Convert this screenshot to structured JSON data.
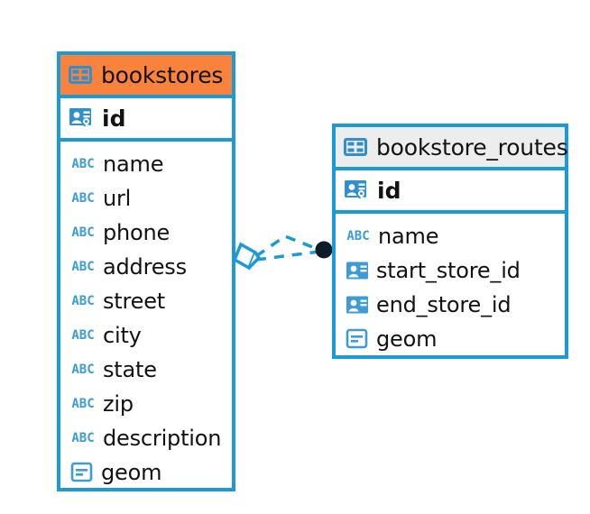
{
  "diagram": {
    "type": "entity-relationship-diagram",
    "background_color": "#ffffff",
    "accent_color": "#1b9ad6",
    "highlight_color": "#f9823c",
    "tables": [
      {
        "name": "bookstores",
        "header_color": "#f9823c",
        "table_icon": "table-icon",
        "primary_key": {
          "name": "id",
          "icon": "primary-key-icon"
        },
        "fields": [
          {
            "name": "name",
            "icon": "text-type-icon"
          },
          {
            "name": "url",
            "icon": "text-type-icon"
          },
          {
            "name": "phone",
            "icon": "text-type-icon"
          },
          {
            "name": "address",
            "icon": "text-type-icon"
          },
          {
            "name": "street",
            "icon": "text-type-icon"
          },
          {
            "name": "city",
            "icon": "text-type-icon"
          },
          {
            "name": "state",
            "icon": "text-type-icon"
          },
          {
            "name": "zip",
            "icon": "text-type-icon"
          },
          {
            "name": "description",
            "icon": "text-type-icon"
          },
          {
            "name": "geom",
            "icon": "geometry-type-icon"
          }
        ]
      },
      {
        "name": "bookstore_routes",
        "header_color": "#ededed",
        "table_icon": "table-icon",
        "primary_key": {
          "name": "id",
          "icon": "primary-key-icon"
        },
        "fields": [
          {
            "name": "name",
            "icon": "text-type-icon"
          },
          {
            "name": "start_store_id",
            "icon": "foreign-key-icon"
          },
          {
            "name": "end_store_id",
            "icon": "foreign-key-icon"
          },
          {
            "name": "geom",
            "icon": "geometry-type-icon"
          }
        ]
      }
    ],
    "relationship": {
      "from_table": "bookstores",
      "to_table": "bookstore_routes",
      "line_style": "dashed",
      "line_color": "#1b9ad6",
      "source_endpoint": "crows-foot-diamond",
      "target_endpoint": "filled-dot",
      "target_endpoint_color": "#0d1b2a"
    },
    "icon_labels": {
      "text_type": "ABC"
    }
  }
}
